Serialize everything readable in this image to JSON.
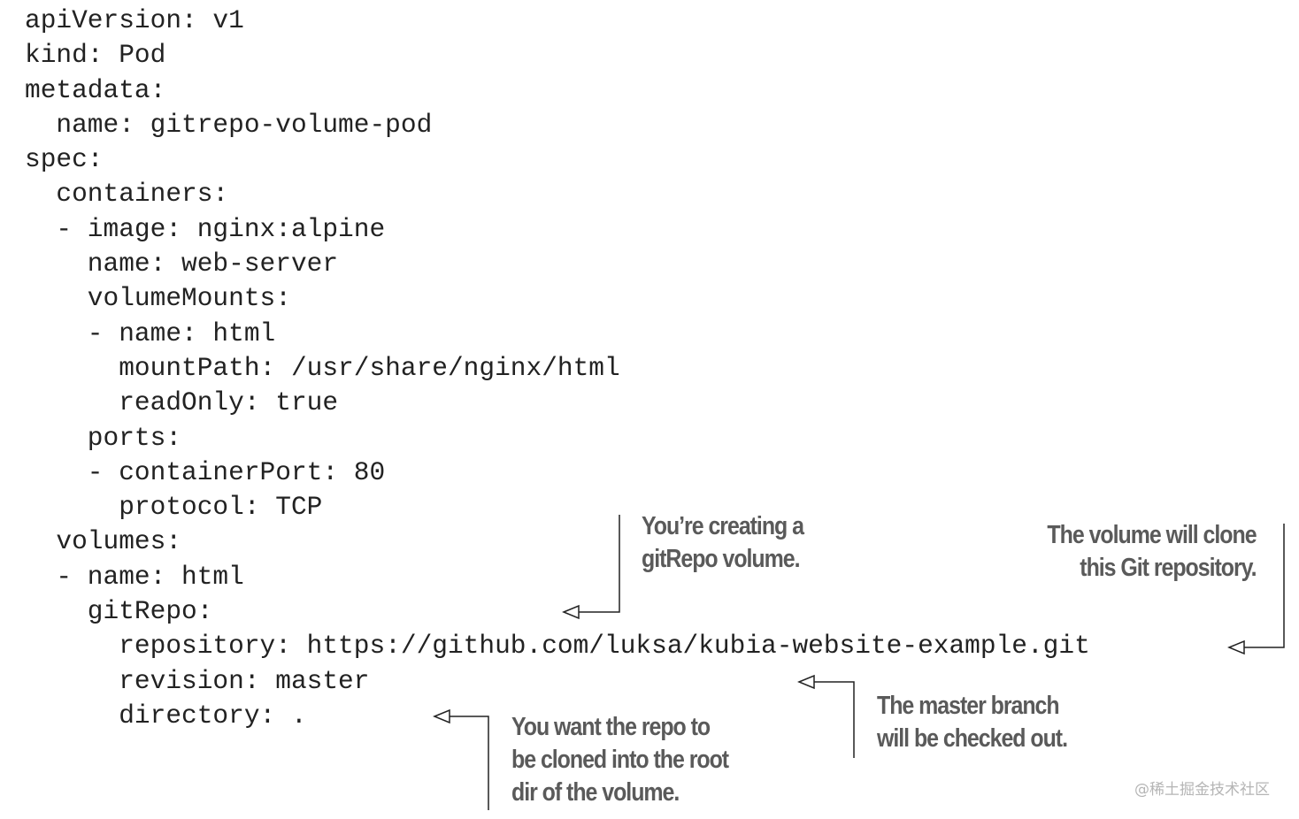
{
  "code": {
    "lines": [
      "apiVersion: v1",
      "kind: Pod",
      "metadata:",
      "  name: gitrepo-volume-pod",
      "spec:",
      "  containers:",
      "  - image: nginx:alpine",
      "    name: web-server",
      "    volumeMounts:",
      "    - name: html",
      "      mountPath: /usr/share/nginx/html",
      "      readOnly: true",
      "    ports:",
      "    - containerPort: 80",
      "      protocol: TCP",
      "  volumes:",
      "  - name: html",
      "    gitRepo:",
      "      repository: https://github.com/luksa/kubia-website-example.git",
      "      revision: master",
      "      directory: ."
    ]
  },
  "annotations": {
    "gitrepo_volume": [
      "You’re creating a",
      "gitRepo volume."
    ],
    "repository": [
      "The volume will clone",
      "this Git repository."
    ],
    "revision": [
      "The master branch",
      "will be checked out."
    ],
    "directory": [
      "You want the repo to",
      "be cloned into the root",
      "dir of the volume."
    ]
  },
  "watermark": "@稀土掘金技术社区"
}
